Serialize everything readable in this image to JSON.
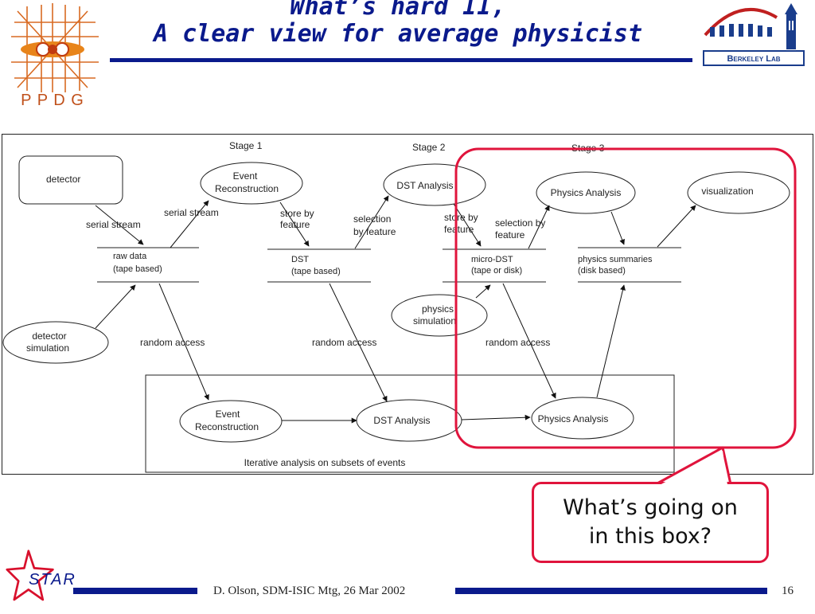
{
  "slide": {
    "title_line1": "What’s hard II,",
    "title_line2": "A clear view for average physicist",
    "callout_line1": "What’s going on",
    "callout_line2": "in this box?",
    "footer": "D. Olson, SDM-ISIC Mtg, 26 Mar 2002",
    "page_number": "16"
  },
  "logos": {
    "ppdg_text": "P P D G",
    "berkeley_text": "Berkeley Lab",
    "star_text": "STAR"
  },
  "diagram": {
    "stage_labels": [
      "Stage 1",
      "Stage 2",
      "Stage 3"
    ],
    "nodes": {
      "detector": "detector",
      "event_recon_top_1": "Event",
      "event_recon_top_2": "Reconstruction",
      "dst_analysis_top": "DST Analysis",
      "physics_analysis_top": "Physics Analysis",
      "visualization": "visualization",
      "detector_sim_1": "detector",
      "detector_sim_2": "simulation",
      "physics_sim_1": "physics",
      "physics_sim_2": "simulation",
      "event_recon_bottom_1": "Event",
      "event_recon_bottom_2": "Reconstruction",
      "dst_analysis_bottom": "DST Analysis",
      "physics_analysis_bottom": "Physics Analysis"
    },
    "stores": {
      "raw_1": "raw data",
      "raw_2": "(tape based)",
      "dst_1": "DST",
      "dst_2": "(tape based)",
      "micro_1": "micro-DST",
      "micro_2": "(tape or disk)",
      "summ_1": "physics summaries",
      "summ_2": "(disk based)"
    },
    "edge_labels": {
      "serial_stream_left": "serial stream",
      "serial_stream_right": "serial stream",
      "store_by_feature_1a": "store by",
      "store_by_feature_1b": "feature",
      "selection_by_feature_1a": "selection",
      "selection_by_feature_1b": "by feature",
      "store_by_feature_2a": "store by",
      "store_by_feature_2b": "feature",
      "selection_by_feature_2a": "selection by",
      "selection_by_feature_2b": "feature",
      "random_access_1": "random access",
      "random_access_2": "random access",
      "random_access_3": "random access"
    },
    "iterative_box_label": "Iterative analysis on subsets of events"
  },
  "colors": {
    "title_blue": "#0a1a8c",
    "highlight_red": "#e0143c",
    "star_red": "#d8102c",
    "ppdg_orange": "#e8841a"
  }
}
